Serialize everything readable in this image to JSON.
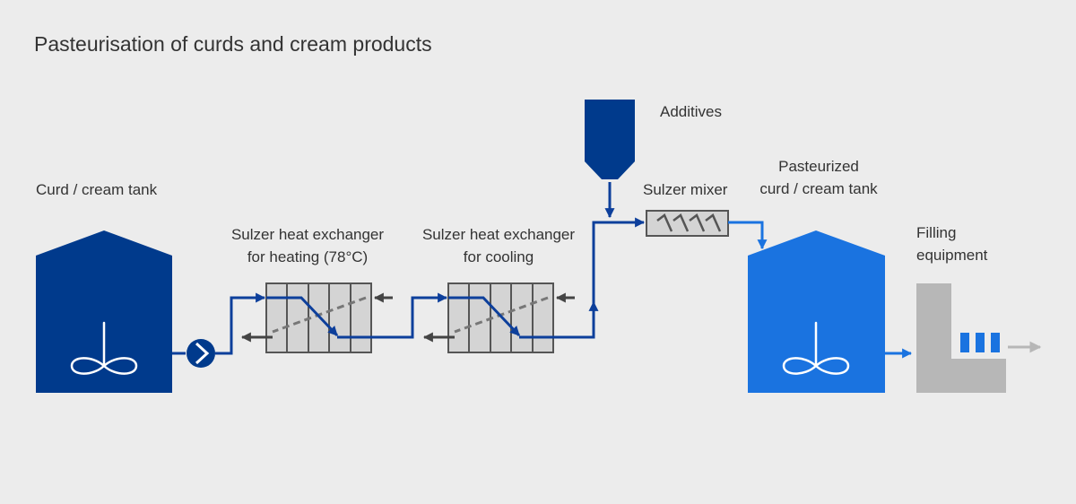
{
  "title": "Pasteurisation of curds and cream products",
  "labels": {
    "curd_tank": "Curd / cream tank",
    "heat_exchanger_heating": [
      "Sulzer heat exchanger",
      "for heating (78°C)"
    ],
    "heat_exchanger_cooling": [
      "Sulzer heat exchanger",
      "for cooling"
    ],
    "additives": "Additives",
    "mixer": "Sulzer mixer",
    "pasteurized_tank": [
      "Pasteurized",
      "curd / cream tank"
    ],
    "filling_equipment": [
      "Filling",
      "equipment"
    ]
  },
  "colors": {
    "dark_blue": "#003a8c",
    "light_blue": "#1a73e0",
    "product_line": "#0d3f9b",
    "gray_line": "#555555",
    "hx_fill": "#d4d4d4",
    "filler_gray": "#b7b7b7",
    "background": "#ececec"
  },
  "icons": {
    "agitator": "agitator-icon",
    "pump": "pump-icon",
    "hopper": "hopper-icon"
  }
}
